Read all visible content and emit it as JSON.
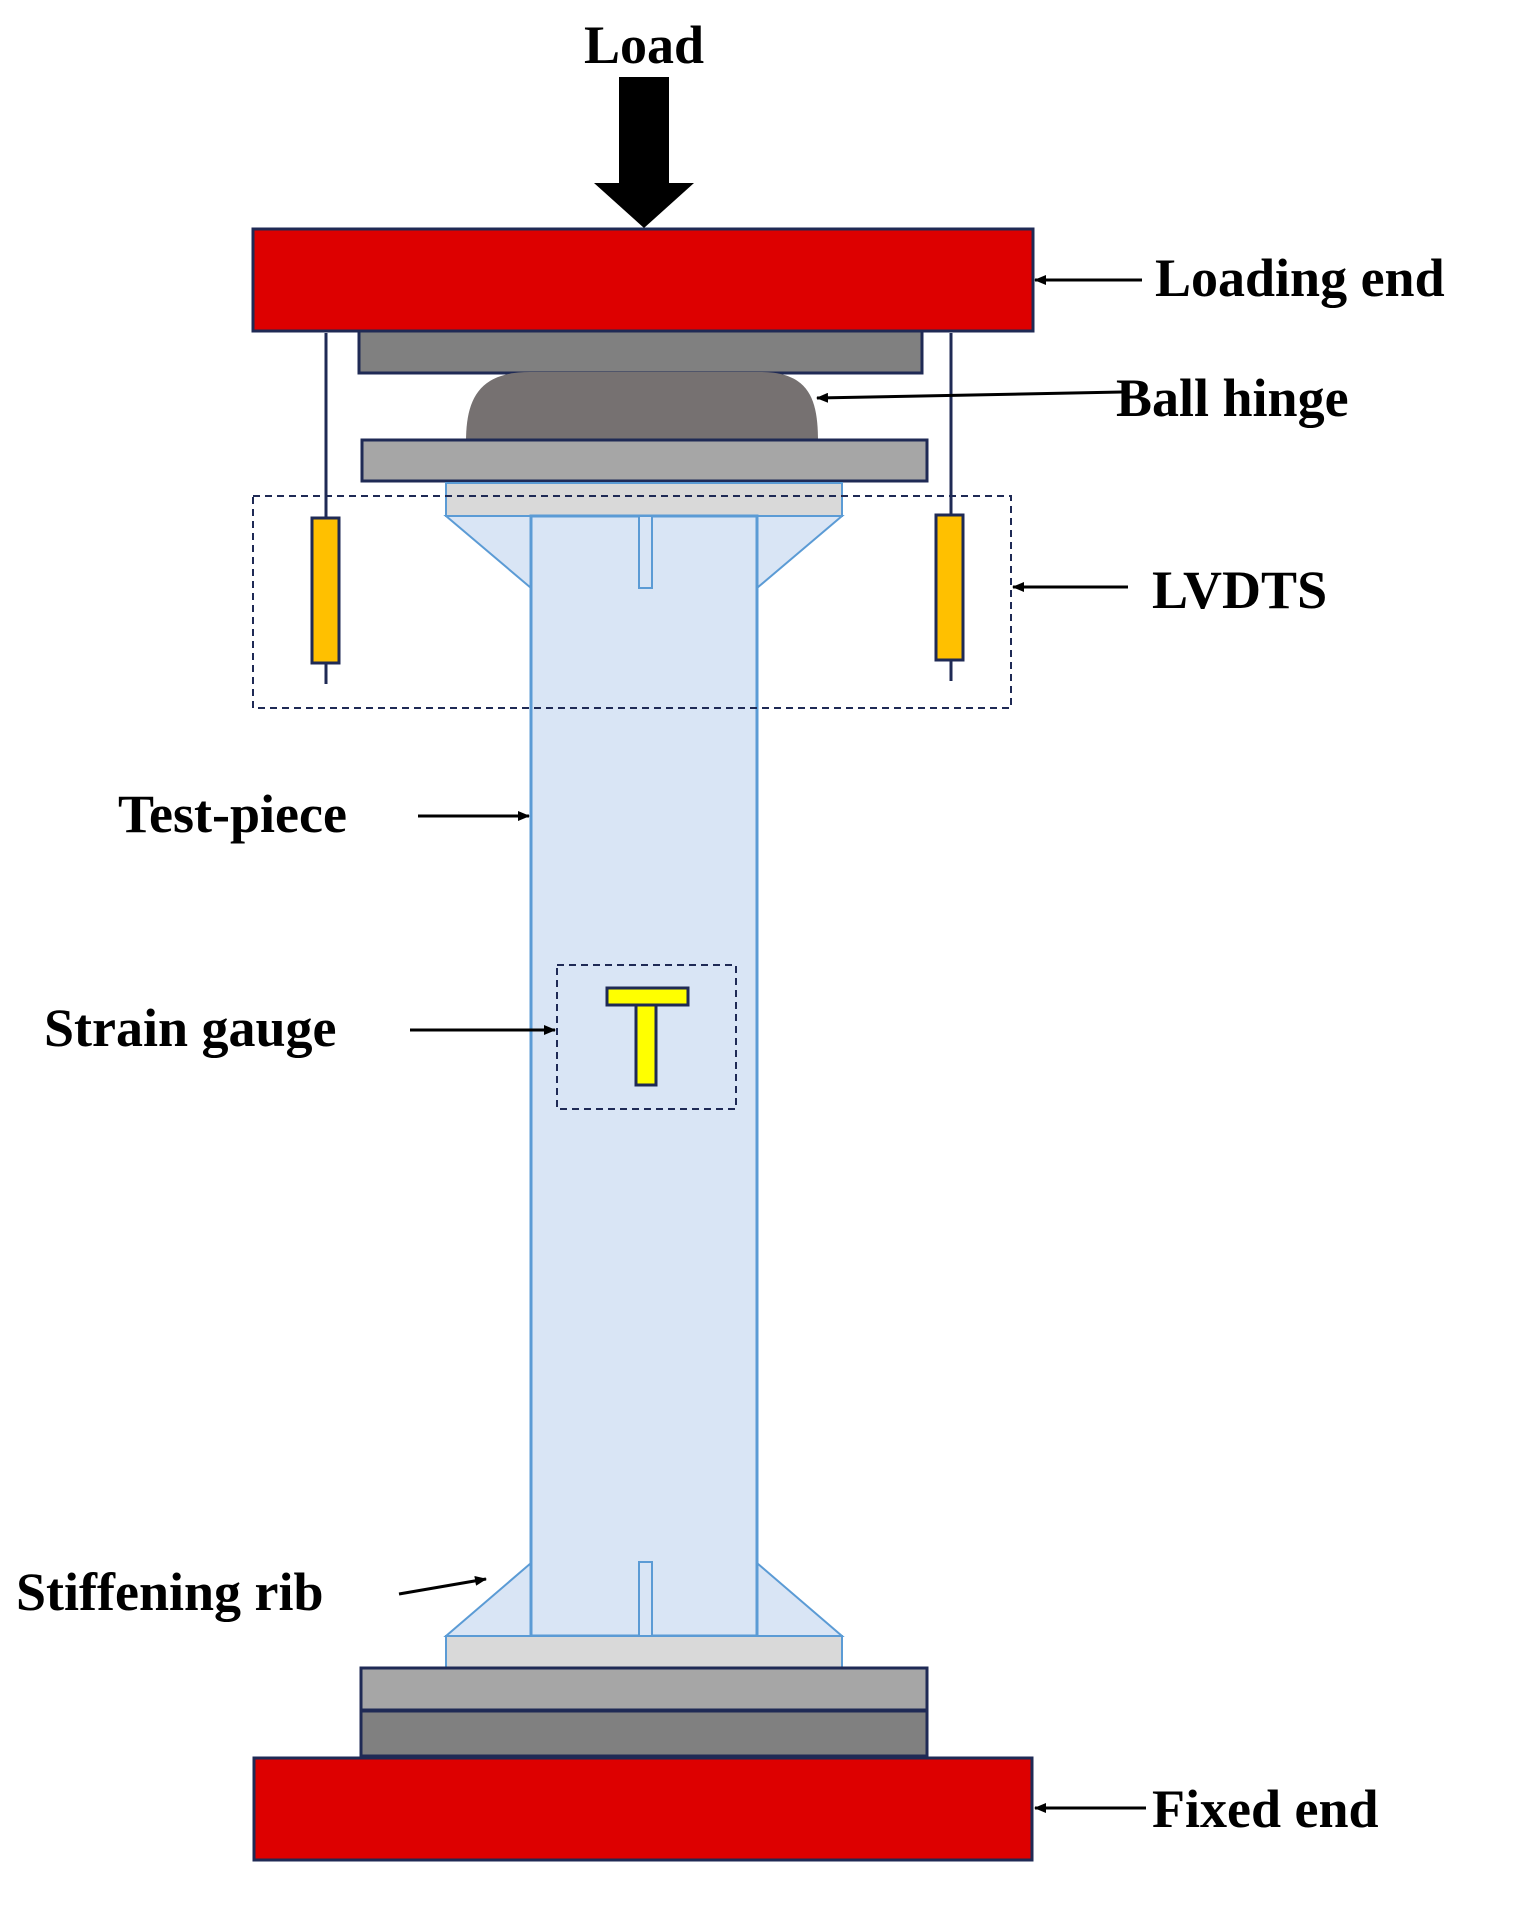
{
  "labels": {
    "load": "Load",
    "loading_end": "Loading end",
    "ball_hinge": "Ball hinge",
    "lvdts": "LVDTS",
    "test_piece": "Test-piece",
    "strain_gauge": "Strain gauge",
    "stiffening_rib": "Stiffening rib",
    "fixed_end": "Fixed end"
  },
  "colors": {
    "end_plate": "#dd0000",
    "end_plate_border": "#1f2a55",
    "dark_steel": "#808080",
    "light_steel": "#a6a6a6",
    "ball_hinge": "#767171",
    "pad": "#d9d9d9",
    "specimen_fill": "#d9e5f5",
    "specimen_border": "#5b9bd5",
    "lvdt": "#ffc000",
    "strain_gauge": "#ffff00"
  }
}
